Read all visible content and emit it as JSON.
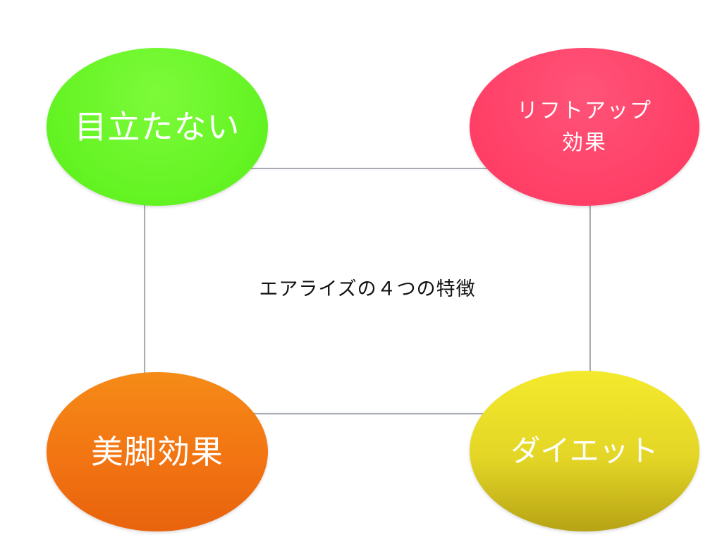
{
  "diagram": {
    "center_title": "エアライズの４つの特徴",
    "nodes": {
      "top_left": {
        "label": "目立たない",
        "color": "#63f322"
      },
      "top_right": {
        "line1": "リフトアップ",
        "line2": "効果",
        "color": "#ff3f66"
      },
      "bottom_left": {
        "label": "美脚効果",
        "color": "#f27412"
      },
      "bottom_right": {
        "label": "ダイエット",
        "color": "#e3d526"
      }
    },
    "box_border_color": "#a7acb3"
  }
}
